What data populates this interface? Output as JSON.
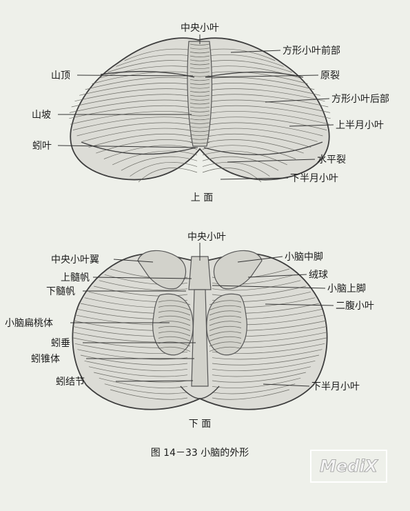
{
  "superior": {
    "labels": {
      "central_lobule": "中央小叶",
      "quadrangular_anterior": "方形小叶前部",
      "culmen": "山顶",
      "primary_fissure": "原裂",
      "quadrangular_posterior": "方形小叶后部",
      "declive": "山坡",
      "superior_semilunar": "上半月小叶",
      "folium": "蚓叶",
      "horizontal_fissure": "水平裂",
      "inferior_semilunar": "下半月小叶"
    },
    "caption": "上  面"
  },
  "inferior": {
    "labels": {
      "central_lobule": "中央小叶",
      "central_lobule_wing": "中央小叶翼",
      "middle_peduncle": "小脑中脚",
      "flocculus": "绒球",
      "superior_medullary_velum": "上髓帆",
      "superior_peduncle": "小脑上脚",
      "inferior_medullary_velum": "下髓帆",
      "biventral": "二腹小叶",
      "tonsil": "小脑扁桃体",
      "uvula": "蚓垂",
      "pyramis": "蚓锥体",
      "tuber": "蚓结节",
      "inferior_semilunar": "下半月小叶"
    },
    "caption": "下  面"
  },
  "figure_caption": "图 14－33    小脑的外形",
  "watermark": "MediX"
}
